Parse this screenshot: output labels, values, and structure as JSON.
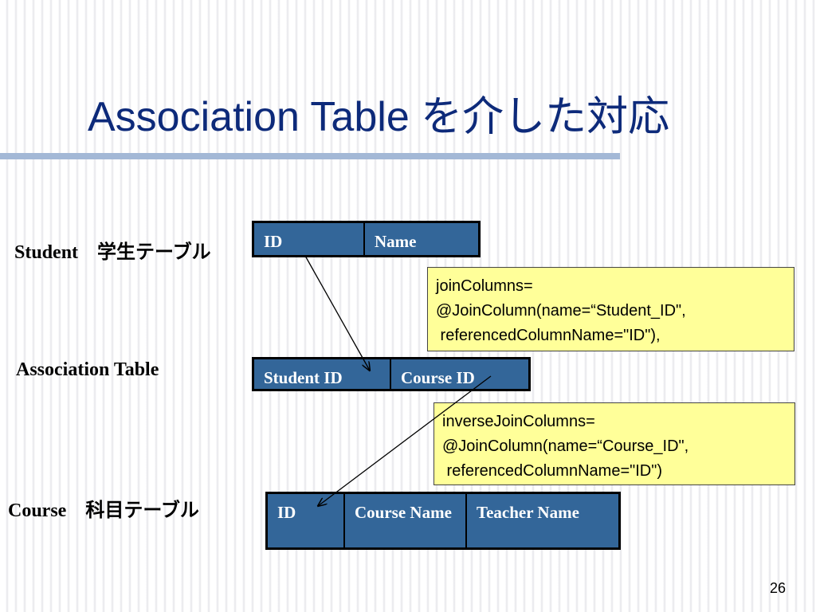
{
  "title": "Association Table を介した対応",
  "student": {
    "label": "Student　学生テーブル",
    "columns": [
      "ID",
      "Name"
    ]
  },
  "association": {
    "label": "Association Table",
    "columns": [
      "Student ID",
      "Course ID"
    ]
  },
  "course": {
    "label": "Course　科目テーブル",
    "columns": [
      "ID",
      "Course Name",
      "Teacher Name"
    ]
  },
  "join_note": {
    "lines": [
      "joinColumns=",
      "@JoinColumn(name=“Student_ID\",",
      " referencedColumnName=\"ID\"),"
    ]
  },
  "inverse_note": {
    "lines": [
      "inverseJoinColumns=",
      "@JoinColumn(name=“Course_ID\",",
      " referencedColumnName=\"ID\")"
    ]
  },
  "page_number": "26"
}
